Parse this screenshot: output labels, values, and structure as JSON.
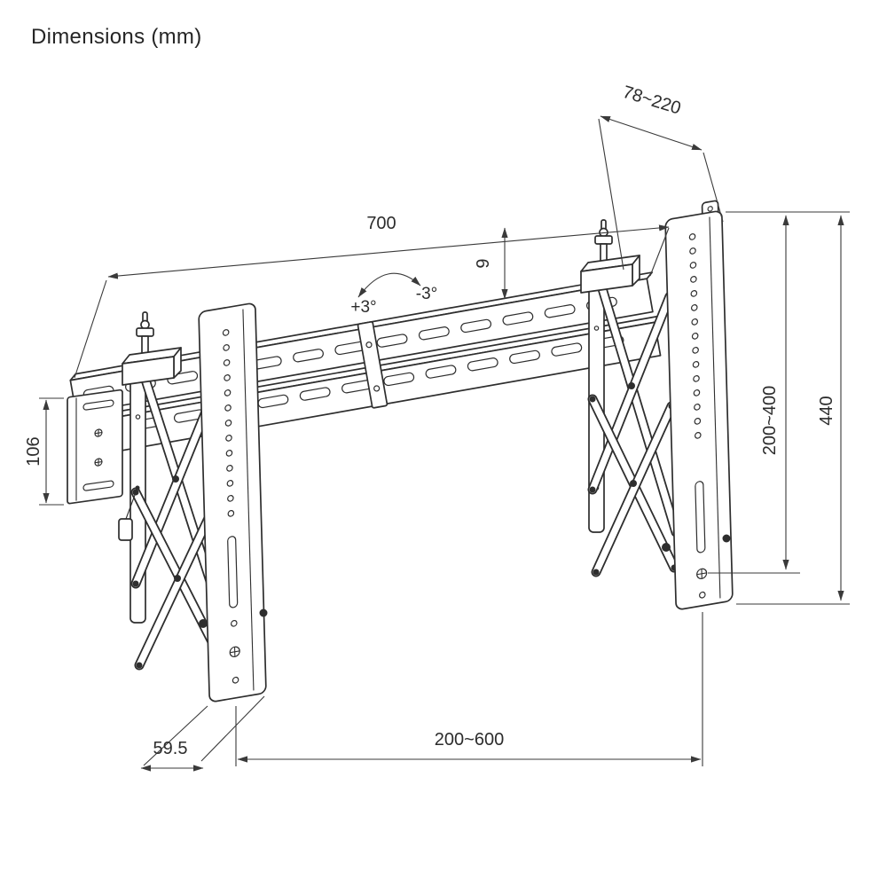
{
  "title": "Dimensions (mm)",
  "diagram": {
    "subject": "pop-out video wall TV mount dimension drawing",
    "dimensions": {
      "rail_width": "700",
      "depth_range": "78~220",
      "height_fine_adjust": "9",
      "tilt_up": "+3°",
      "tilt_down": "-3°",
      "wall_plate_height": "106",
      "vesa_height_range": "200~400",
      "bracket_height": "440",
      "bracket_width": "59.5",
      "vesa_width_range": "200~600"
    }
  }
}
